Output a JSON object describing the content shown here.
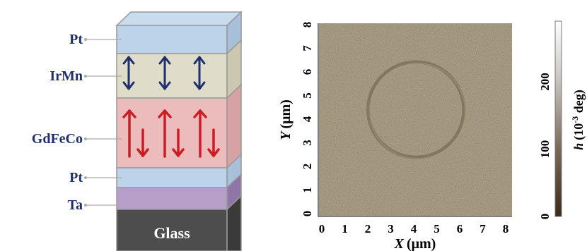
{
  "stack": {
    "layers": [
      {
        "label": "Pt",
        "front": "#bcd3ea",
        "side": "#a7bfd8",
        "top": "#c8dcee"
      },
      {
        "label": "IrMn",
        "front": "#dfdcc9",
        "side": "#cbc7b0"
      },
      {
        "label": "GdFeCo",
        "front": "#ecbcbc",
        "side": "#d7a2a3"
      },
      {
        "label": "Pt",
        "front": "#bcd3ea",
        "side": "#a7bfd8"
      },
      {
        "label": "Ta",
        "front": "#b79fca",
        "side": "#8f76a6"
      },
      {
        "label": "Glass",
        "front": "#4d4d4d",
        "side": "#3a3a3a"
      }
    ],
    "irmn_arrow_color": "#1f2f6b",
    "gdfeco_arrow_color": "#cc1d24"
  },
  "image": {
    "x_label_var": "X",
    "x_label_unit": "(μm)",
    "y_label_var": "Y",
    "y_label_unit": "(μm)",
    "x_ticks": [
      "0",
      "1",
      "2",
      "3",
      "4",
      "5",
      "6",
      "7",
      "8"
    ],
    "y_ticks": [
      "0",
      "1",
      "2",
      "3",
      "4",
      "5",
      "6",
      "7",
      "8"
    ],
    "circle_center": {
      "x": 4.1,
      "y": 4.4
    },
    "circle_radius": 2.05
  },
  "colorbar": {
    "label_var": "h",
    "label_rest": "(10",
    "label_exp": "-3",
    "label_unit": " deg)",
    "ticks": [
      "0",
      "100",
      "200"
    ],
    "tick_values": [
      0,
      100,
      200
    ],
    "range": [
      0,
      290
    ]
  }
}
